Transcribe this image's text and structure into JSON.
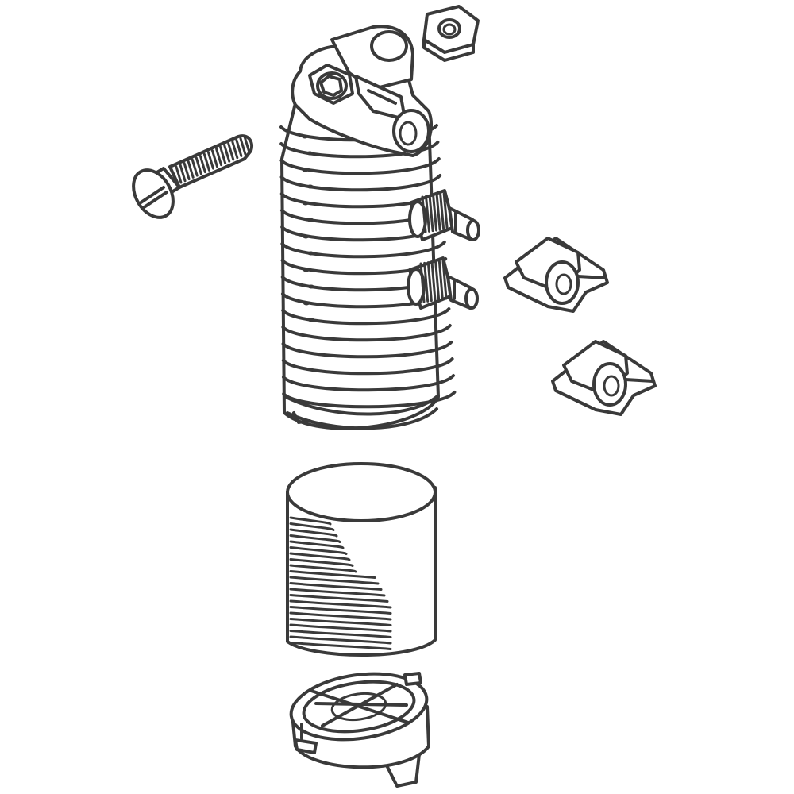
{
  "diagram": {
    "colors": {
      "line": "#3a3a3a",
      "background": "#ffffff"
    },
    "parts": [
      {
        "id": "hex-nut",
        "icon": "hex-nut-icon"
      },
      {
        "id": "slotted-screw",
        "icon": "screw-icon"
      },
      {
        "id": "filter-housing-body",
        "icon": "filter-housing-icon"
      },
      {
        "id": "hose-nozzle-upper",
        "icon": "hose-barb-icon"
      },
      {
        "id": "hose-nozzle-lower",
        "icon": "hose-barb-icon"
      },
      {
        "id": "hose-clip-upper",
        "icon": "hose-clip-icon"
      },
      {
        "id": "hose-clip-lower",
        "icon": "hose-clip-icon"
      },
      {
        "id": "filter-sponge-cartridge",
        "icon": "sponge-cartridge-icon"
      },
      {
        "id": "intake-strainer-cap",
        "icon": "strainer-cap-icon"
      }
    ]
  }
}
